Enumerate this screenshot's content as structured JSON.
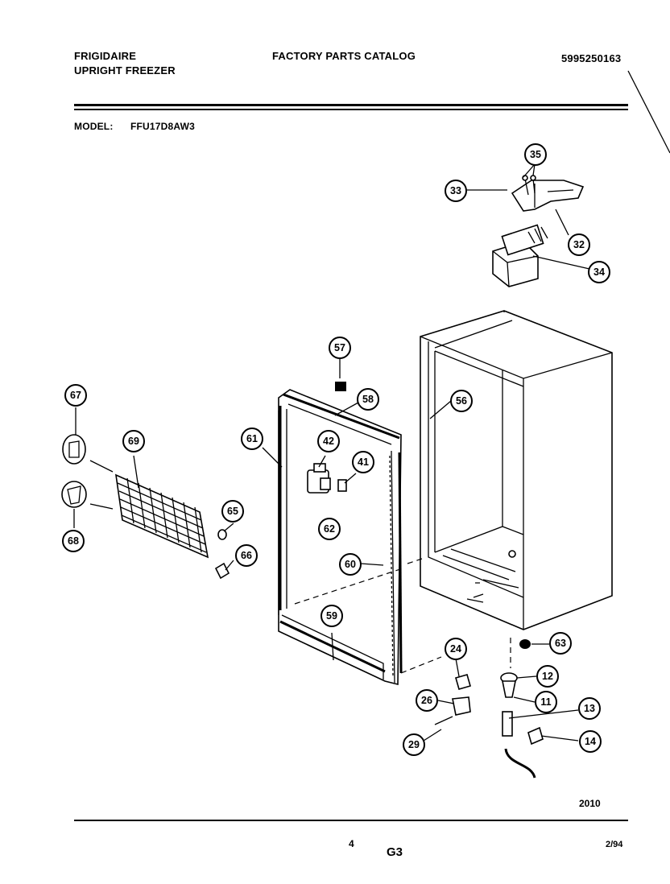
{
  "header": {
    "brand": "FRIGIDAIRE",
    "product": "UPRIGHT FREEZER",
    "catalog_title": "FACTORY PARTS CATALOG",
    "catalog_number": "5995250163",
    "model_label": "MODEL:",
    "model_number": "FFU17D8AW3"
  },
  "callouts": [
    "35",
    "33",
    "32",
    "34",
    "57",
    "58",
    "56",
    "67",
    "69",
    "61",
    "42",
    "41",
    "65",
    "62",
    "60",
    "66",
    "68",
    "59",
    "24",
    "26",
    "29",
    "63",
    "12",
    "11",
    "13",
    "14"
  ],
  "footer": {
    "drawing_code": "2010",
    "page_number": "4",
    "section": "G3",
    "date": "2/94"
  }
}
